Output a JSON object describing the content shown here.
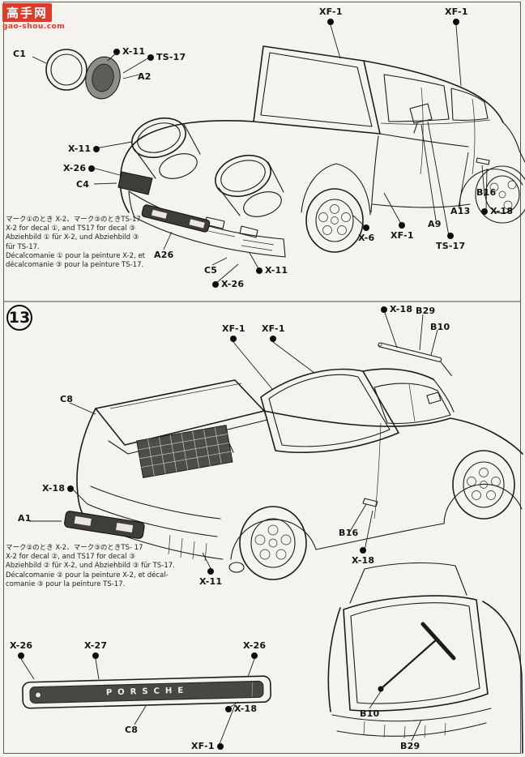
{
  "watermark": {
    "title": "高手网",
    "site": "gao-shou.com"
  },
  "step12": {
    "callouts": [
      "C1",
      "X-11",
      "TS-17",
      "A2",
      "XF-1",
      "XF-1",
      "X-11",
      "X-26",
      "C4",
      "A26",
      "C5",
      "X-26",
      "X-11",
      "X-6",
      "XF-1",
      "A9",
      "TS-17",
      "A13",
      "B16",
      "X-18"
    ],
    "note": [
      "マーク①のとき X-2、マーク③のときTS-17",
      "X-2 for decal ①, and TS17 for decal ③",
      "Abziehbild ① für X-2, und Abziehbild ③",
      "für TS-17.",
      "Décalcomanie ① pour la peinture X-2, et",
      "décalcomanie ③ pour la peinture TS-17."
    ]
  },
  "step13": {
    "number": "13",
    "callouts": [
      "X-18",
      "B29",
      "B10",
      "XF-1",
      "XF-1",
      "C8",
      "X-18",
      "A1",
      "X-11",
      "B16",
      "X-18"
    ],
    "note": [
      "マーク②のとき X-2、マーク③のときTS- 17",
      "X-2 for decal ②, and TS17 for decal ③",
      "Abziehbild ② für X-2, und Abziehbild ③ für TS-17.",
      "Décalcomanie ② pour la peinture X-2, et décal-",
      "comanie ③ pour la peinture TS-17."
    ]
  },
  "bottom": {
    "callouts": [
      "X-26",
      "X-27",
      "X-26",
      "X-18",
      "C8",
      "XF-1",
      "B10",
      "B29"
    ],
    "porsche": "PORSCHE"
  }
}
